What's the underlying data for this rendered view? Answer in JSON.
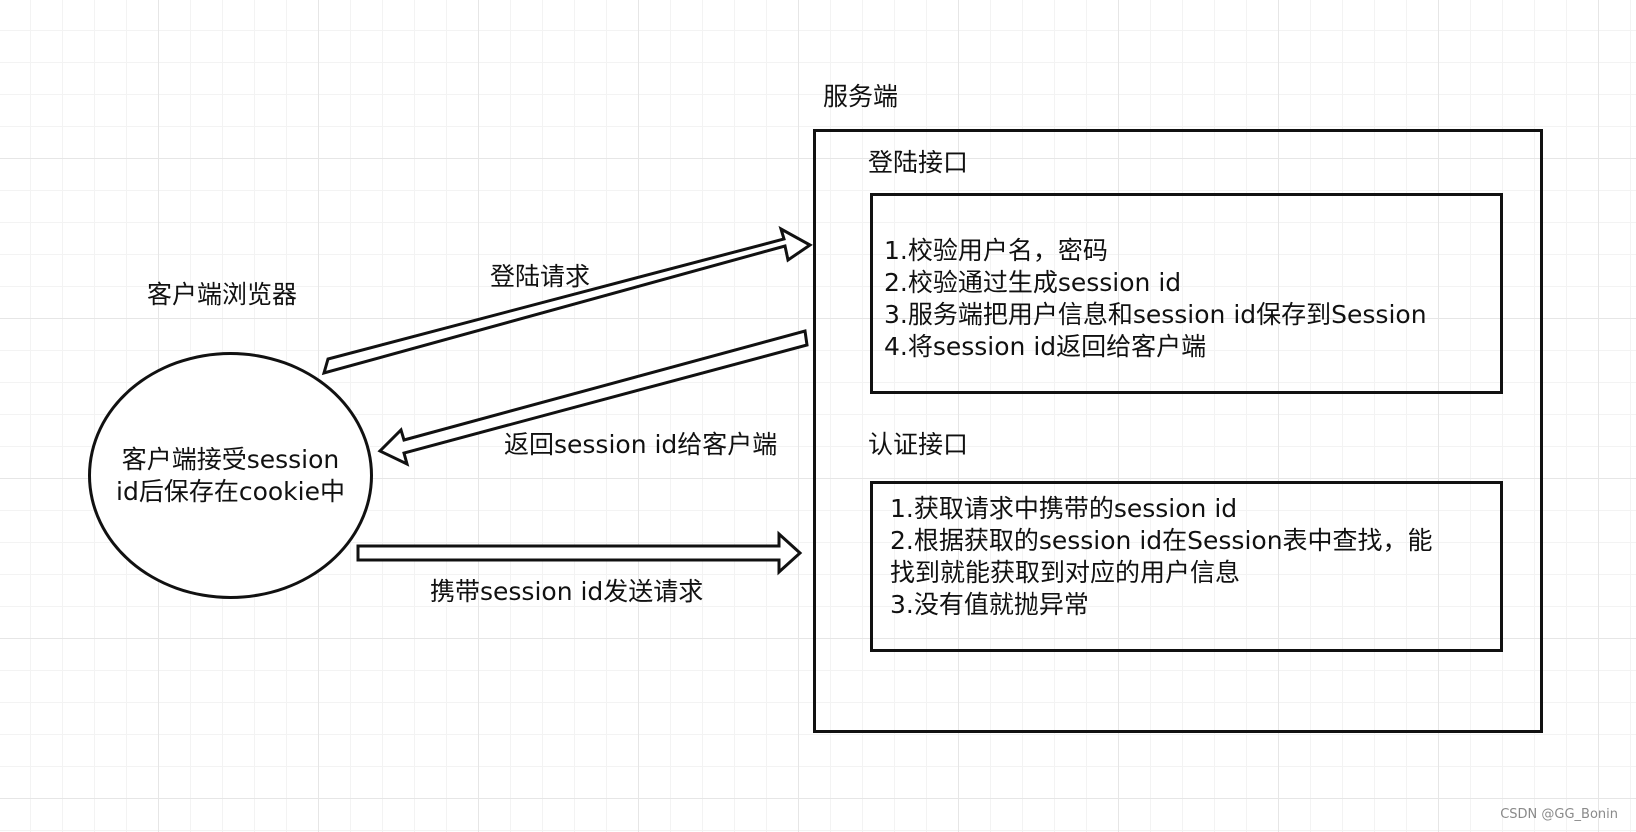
{
  "server": {
    "title": "服务端",
    "login": {
      "title": "登陆接口",
      "lines": [
        "1.校验用户名，密码",
        "2.校验通过生成session id",
        "3.服务端把用户信息和session id保存到Session",
        "4.将session id返回给客户端"
      ]
    },
    "auth": {
      "title": "认证接口",
      "lines": [
        "1.获取请求中携带的session id",
        "2.根据获取的session id在Session表中查找，能",
        "找到就能获取到对应的用户信息",
        "3.没有值就抛异常"
      ]
    }
  },
  "client": {
    "title": "客户端浏览器",
    "circle_lines": [
      "客户端接受session",
      "id后保存在cookie中"
    ]
  },
  "arrows": {
    "login_request": "登陆请求",
    "return_session": "返回session id给客户端",
    "send_request": "携带session id发送请求"
  },
  "watermark": "CSDN @GG_Bonin"
}
